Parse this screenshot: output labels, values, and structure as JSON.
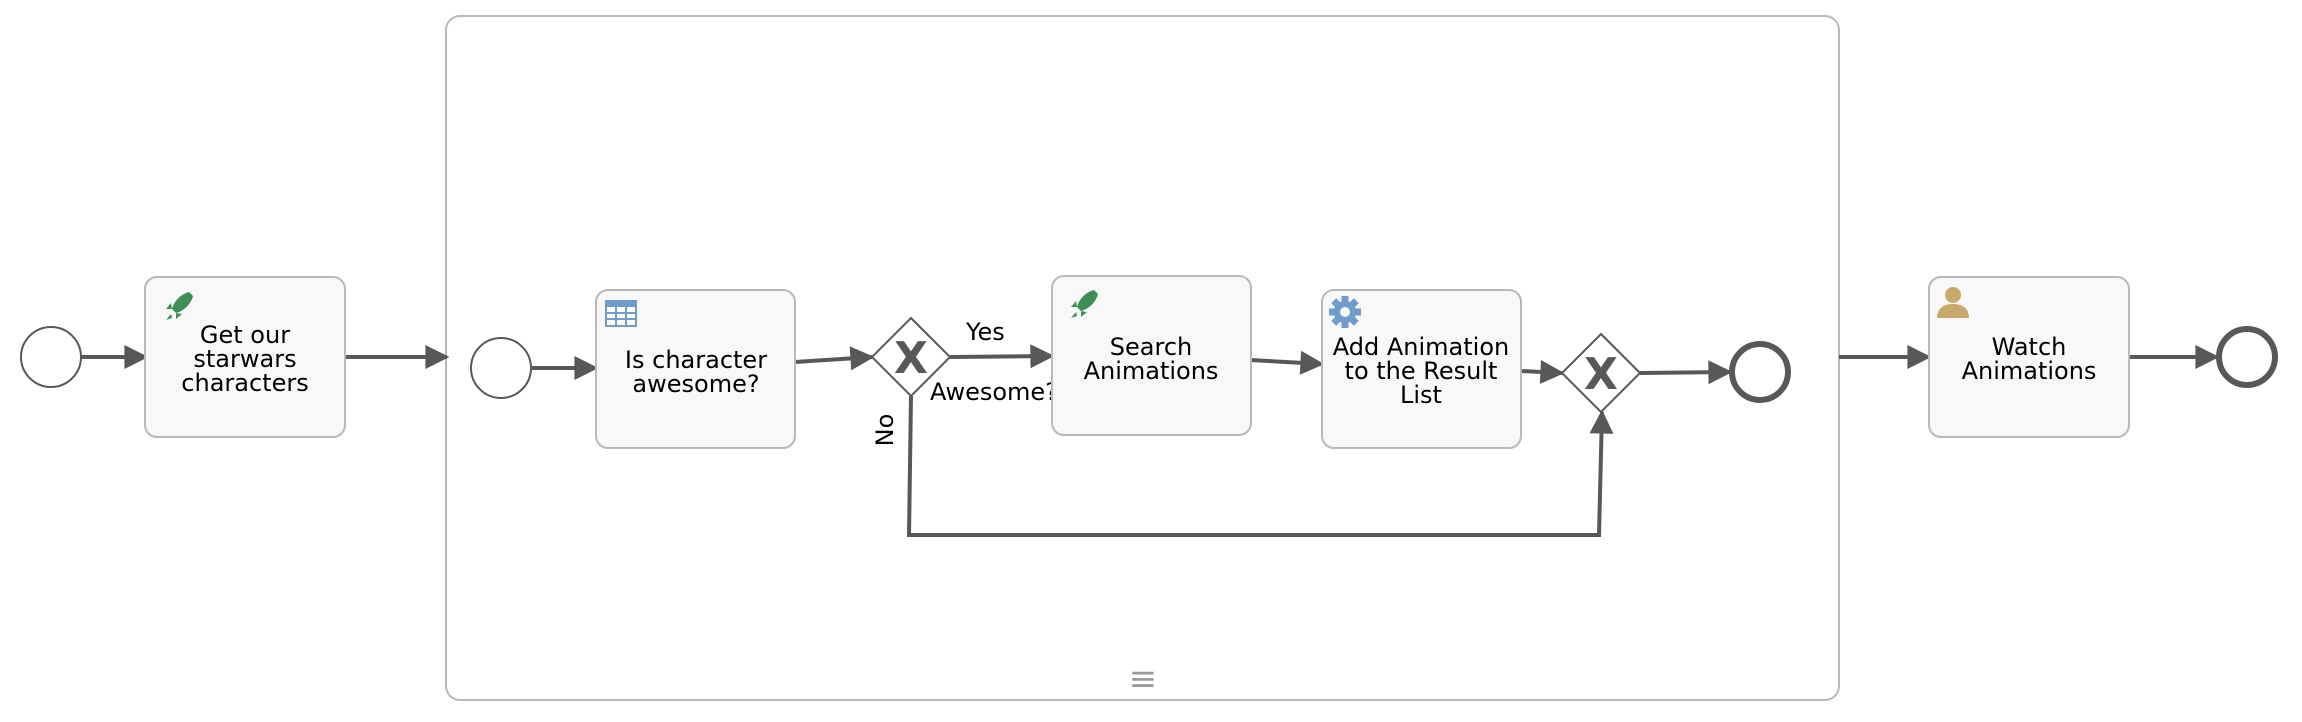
{
  "colors": {
    "flow": "#585858",
    "task_fill": "#f8f8f8",
    "task_border": "#b9b9b9",
    "rocket": "#3f8f55",
    "table_icon": "#6e9ccc",
    "gear_icon": "#6e9ccc",
    "user_icon": "#c8a86b"
  },
  "tasks": {
    "get_characters": {
      "lines": [
        "Get our",
        "starwars",
        "characters"
      ],
      "icon": "rocket-icon"
    },
    "is_awesome": {
      "lines": [
        "Is character",
        "awesome?"
      ],
      "icon": "table-icon"
    },
    "search_animations": {
      "lines": [
        "Search",
        "Animations"
      ],
      "icon": "rocket-icon"
    },
    "add_animation": {
      "lines": [
        "Add Animation",
        "to the Result",
        "List"
      ],
      "icon": "gear-icon"
    },
    "watch_animations": {
      "lines": [
        "Watch",
        "Animations"
      ],
      "icon": "user-icon"
    }
  },
  "flow_labels": {
    "yes": "Yes",
    "awesome": "Awesome?",
    "no": "No"
  },
  "subprocess": {
    "marker": "≡"
  }
}
